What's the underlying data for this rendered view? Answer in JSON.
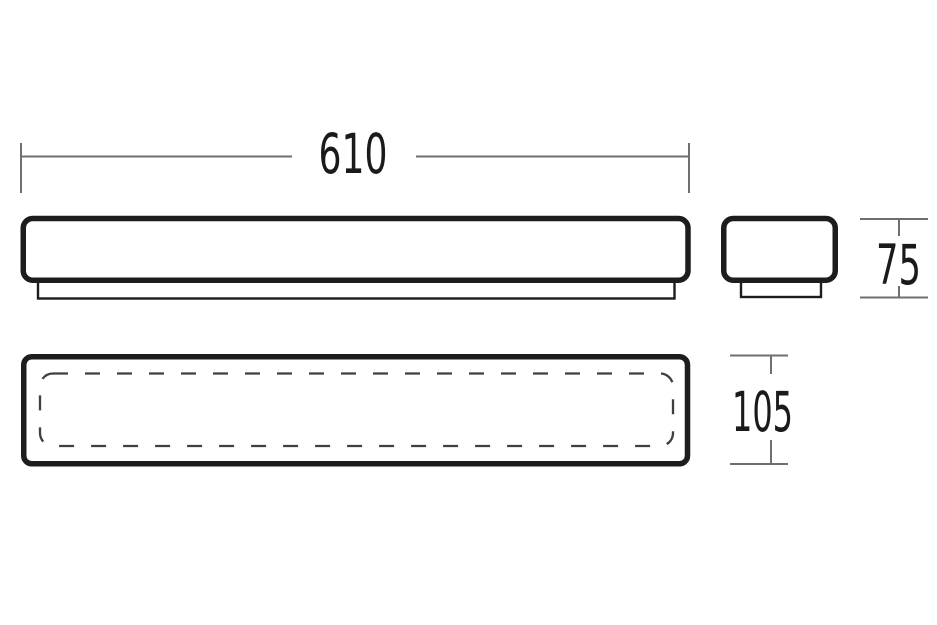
{
  "drawing": {
    "dimension_labels": {
      "width": "610",
      "height": "75",
      "depth": "105"
    },
    "colors": {
      "outline": "#1d1d1b",
      "dimension_line": "#6f6f6f",
      "dashed_outline": "#3f3f3f",
      "label_text": "#1a1a1a",
      "background": "#ffffff"
    }
  }
}
